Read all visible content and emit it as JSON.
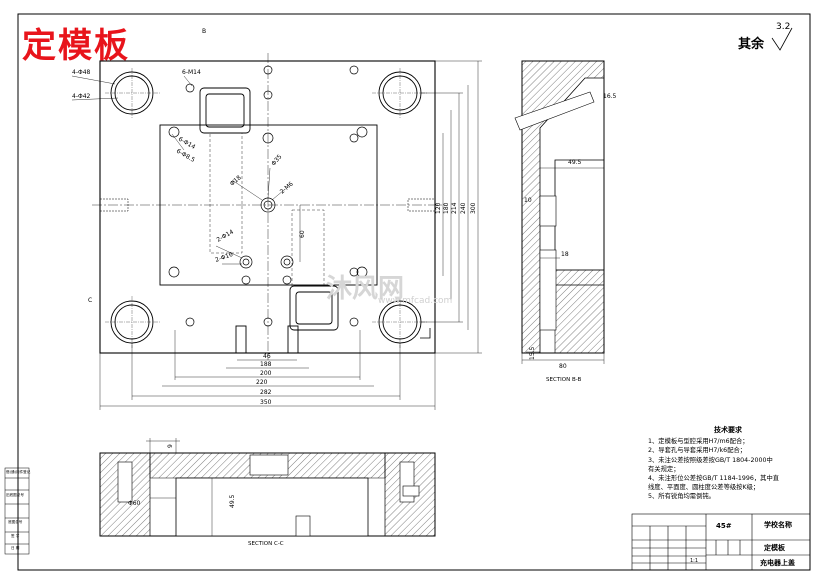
{
  "title": "定模板",
  "roughness": {
    "prefix": "其余",
    "value": "3.2"
  },
  "sections": {
    "bb": "SECTION B-B",
    "cc": "SECTION C-C",
    "c_mark": "C",
    "b_mark": "B"
  },
  "holes": {
    "h1": "4-Φ48",
    "h2": "4-Φ42",
    "h3": "6-M14",
    "h4": "6-Φ14",
    "h5": "6-Φ8.5",
    "h6": "Φ35",
    "h7": "2-M6",
    "h8": "Φ18",
    "h9": "2-Φ14",
    "h10": "2-Φ16"
  },
  "dims_bottom": [
    "46",
    "188",
    "200",
    "220",
    "282",
    "350"
  ],
  "dims_right": [
    "120",
    "180",
    "214",
    "240",
    "300"
  ],
  "dims_misc": {
    "d60": "60",
    "d165": "16.5",
    "d495": "49.5",
    "d10": "10",
    "d18": "18",
    "d155": "15.5",
    "d80": "80",
    "d60b": "Φ60",
    "d495b": "49.5",
    "d9": "9"
  },
  "tech": {
    "title": "技术要求",
    "lines": [
      "1、定模板与型腔采用H7/m6配合；",
      "2、导套孔与导套采用H7/k6配合；",
      "3、未注公差按照级差按GB/T 1804-2000中",
      "    有关规定；",
      "4、未注形位公差按GB/T 1184-1996，其中直",
      "    线度、平面度、圆柱度公差等级按K级；",
      "5、所有锐角均需倒钝。"
    ]
  },
  "title_block": {
    "material": "45#",
    "school": "学校名称",
    "part": "定模板",
    "product": "充电器上盖",
    "scale": "1:1"
  },
  "left_strip": [
    "借(通)用件登记",
    "旧底图总号",
    "底图总号",
    "签 字",
    "日 期"
  ],
  "watermark": {
    "main": "沐风网",
    "sub": "www.mfcad.com"
  }
}
